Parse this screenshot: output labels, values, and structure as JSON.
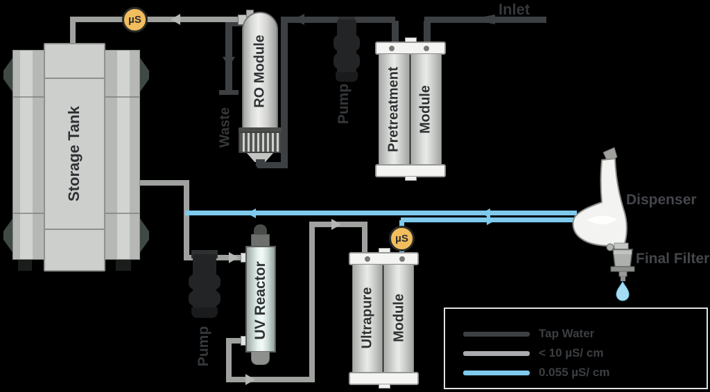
{
  "diagram": {
    "inlet_label": "Inlet",
    "waste_label": "Waste"
  },
  "tank": {
    "label": "Storage Tank"
  },
  "ro": {
    "label": "RO Module"
  },
  "pump_feed": {
    "label": "Pump"
  },
  "pump_recirc": {
    "label": "Pump"
  },
  "pretreatment": {
    "line1": "Pretreatment",
    "line2": "Module"
  },
  "uv": {
    "label": "UV Reactor"
  },
  "ultrapure": {
    "line1": "Ultrapure",
    "line2": "Module"
  },
  "dispenser": {
    "label": "Dispenser"
  },
  "final_filter": {
    "label": "Final Filter"
  },
  "sensors": {
    "sensor1": {
      "label": "µS"
    },
    "sensor2": {
      "label": "µS"
    },
    "fill": "#f2bd5d",
    "ring": "#292b28"
  },
  "legend": {
    "items": [
      {
        "label": "Tap Water",
        "color": "#3d4043"
      },
      {
        "label": "< 10 µS/ cm",
        "color": "#a9abae"
      },
      {
        "label": "0.055 µS/ cm",
        "color": "#7dcaec"
      }
    ]
  },
  "colors": {
    "background": "#000000",
    "tap_water_pipe": "#3d4043",
    "low_conductivity_pipe": "#9fa19e",
    "ultrapure_pipe": "#7dcaec"
  }
}
